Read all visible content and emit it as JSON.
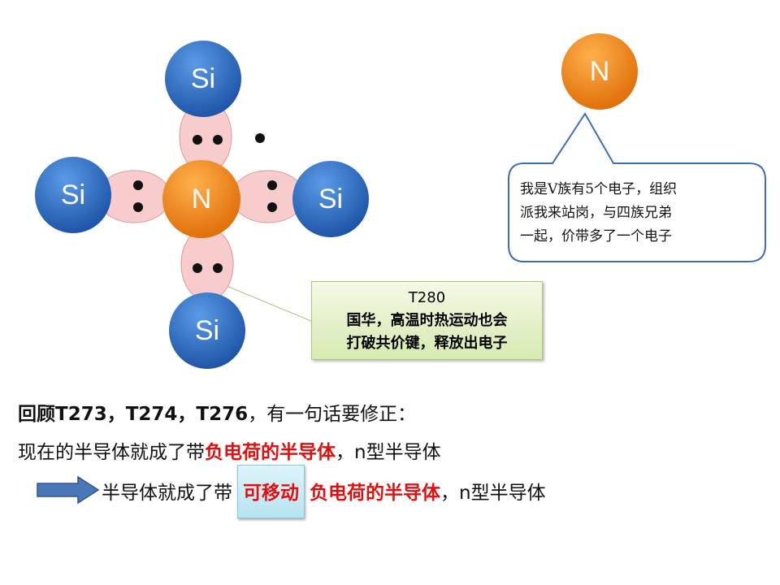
{
  "atoms": {
    "si_label": "Si",
    "n_label": "N"
  },
  "bubble": {
    "lines": [
      "我是V族有5个电子，组织",
      "派我来站岗，与四族兄弟",
      "一起，价带多了一个电子"
    ]
  },
  "note": {
    "title": "T280",
    "lines": [
      "国华，高温时热运动也会",
      "打破共价键，释放出电子"
    ]
  },
  "text": {
    "line1_bold": "回顾T273，T274，T276",
    "line1_rest": "，有一句话要修正：",
    "line2_a": "现在的半导体就成了带",
    "line2_red": "负电荷的半导体",
    "line2_b": "，n型半导体",
    "line3_a": "半导体就成了带",
    "line3_hl": "可移动",
    "line3_red": "负电荷的半导体",
    "line3_b": "，n型半导体"
  },
  "colors": {
    "si": "#2f6fc4",
    "n": "#f08a1c",
    "bond": "#f6c9c9",
    "red": "#e01010"
  }
}
